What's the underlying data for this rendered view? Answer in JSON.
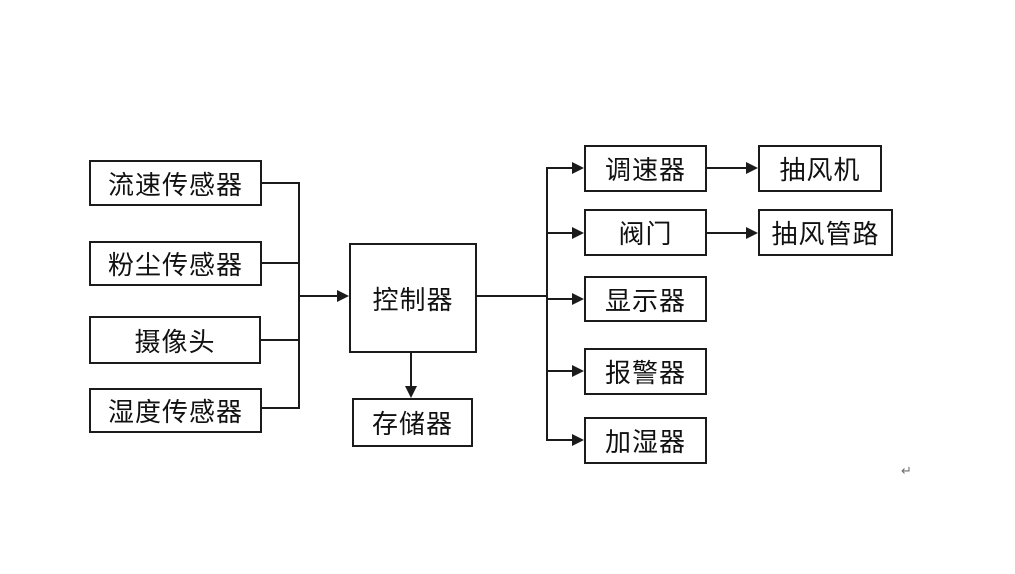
{
  "diagram": {
    "nodes": {
      "flow_sensor": {
        "label": "流速传感器"
      },
      "dust_sensor": {
        "label": "粉尘传感器"
      },
      "camera": {
        "label": "摄像头"
      },
      "humidity_sensor": {
        "label": "湿度传感器"
      },
      "controller": {
        "label": "控制器"
      },
      "storage": {
        "label": "存储器"
      },
      "speed_regulator": {
        "label": "调速器"
      },
      "valve": {
        "label": "阀门"
      },
      "display": {
        "label": "显示器"
      },
      "alarm": {
        "label": "报警器"
      },
      "humidifier": {
        "label": "加湿器"
      },
      "exhaust_fan": {
        "label": "抽风机"
      },
      "exhaust_duct": {
        "label": "抽风管路"
      }
    },
    "edges": [
      {
        "from": "流速传感器",
        "to": "控制器"
      },
      {
        "from": "粉尘传感器",
        "to": "控制器"
      },
      {
        "from": "摄像头",
        "to": "控制器"
      },
      {
        "from": "湿度传感器",
        "to": "控制器"
      },
      {
        "from": "控制器",
        "to": "存储器"
      },
      {
        "from": "控制器",
        "to": "调速器"
      },
      {
        "from": "控制器",
        "to": "阀门"
      },
      {
        "from": "控制器",
        "to": "显示器"
      },
      {
        "from": "控制器",
        "to": "报警器"
      },
      {
        "from": "控制器",
        "to": "加湿器"
      },
      {
        "from": "调速器",
        "to": "抽风机"
      },
      {
        "from": "阀门",
        "to": "抽风管路"
      }
    ],
    "colors": {
      "line": "#1b1b1b",
      "background": "#ffffff"
    },
    "return_mark": "↵"
  }
}
